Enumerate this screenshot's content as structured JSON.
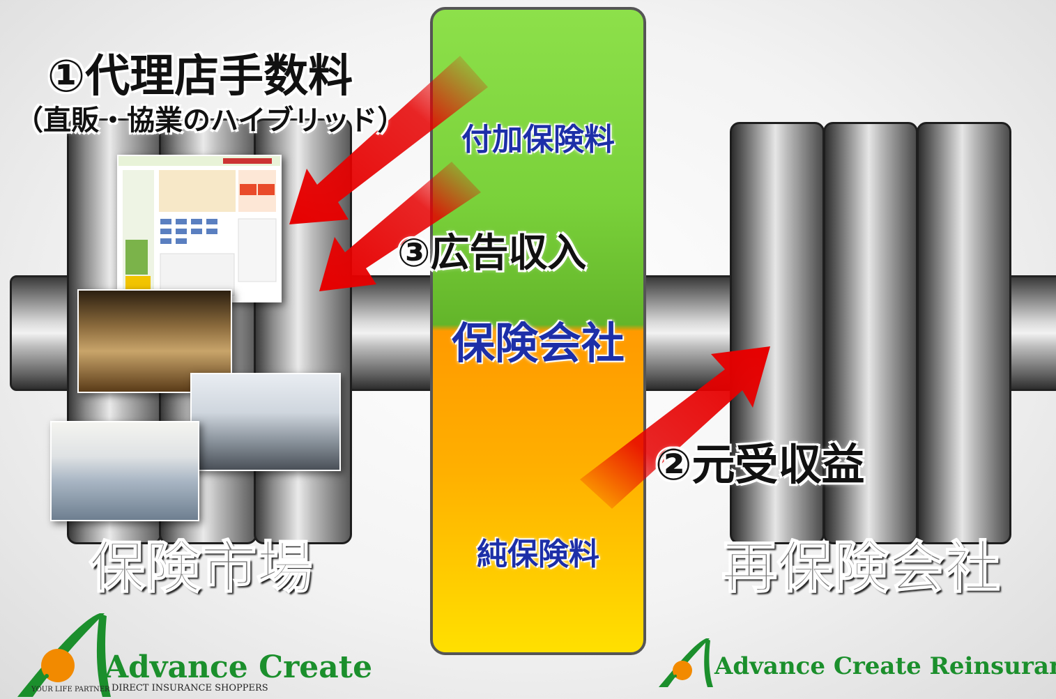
{
  "labels": {
    "agency_fee": "①代理店手数料",
    "agency_fee_note": "（直販・協業のハイブリッド）",
    "ad_income": "③広告収入",
    "underwriting_profit": "②元受収益",
    "market": "保険市場",
    "reinsurer": "再保険会社"
  },
  "center": {
    "loading_premium": "付加保険料",
    "insurer": "保険会社",
    "net_premium": "純保険料"
  },
  "logos": {
    "left_name": "Advance Create",
    "left_tagline": "YOUR LIFE PARTNER",
    "left_sub": "DIRECT INSURANCE SHOPPERS",
    "right_name": "Advance Create Reinsuran"
  },
  "colors": {
    "arrow": "#e60000",
    "label_blue": "#1d2fa8",
    "logo_green": "#1b8f2c",
    "logo_orange": "#f28a00"
  }
}
